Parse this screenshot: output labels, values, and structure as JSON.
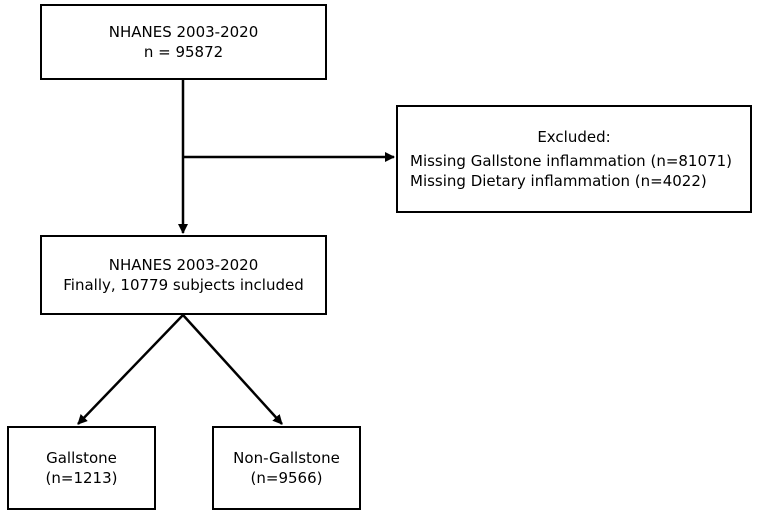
{
  "start": {
    "title": "NHANES 2003-2020",
    "count": "n = 95872"
  },
  "excluded": {
    "title": "Excluded:",
    "reasons": [
      "Missing Gallstone inflammation (n=81071)",
      "Missing Dietary inflammation (n=4022)"
    ]
  },
  "final": {
    "title": "NHANES 2003-2020",
    "summary": "Finally, 10779 subjects included"
  },
  "groups": [
    {
      "label": "Gallstone",
      "count": "(n=1213)"
    },
    {
      "label": "Non-Gallstone",
      "count": "(n=9566)"
    }
  ]
}
